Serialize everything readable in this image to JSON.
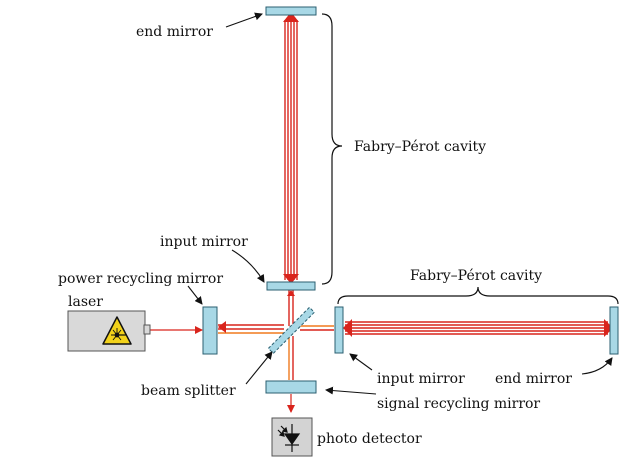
{
  "labels": {
    "end_mirror_top": "end mirror",
    "fp_cavity_vertical": "Fabry–Pérot cavity",
    "input_mirror_top": "input mirror",
    "power_recycling_mirror": "power recycling mirror",
    "laser": "laser",
    "fp_cavity_horizontal": "Fabry–Pérot cavity",
    "beam_splitter": "beam splitter",
    "input_mirror_right": "input mirror",
    "end_mirror_right": "end mirror",
    "signal_recycling_mirror": "signal recycling mirror",
    "photo_detector": "photo detector"
  },
  "colors": {
    "beam_red": "#d9241c",
    "beam_orange": "#f07a1e",
    "mirror_fill": "#a8d8e6",
    "mirror_stroke": "#2b5f70",
    "laser_body": "#d9d9d9",
    "laser_warning": "#f2d21b",
    "detector_fill": "#d3d3d3",
    "ink": "#111111"
  },
  "icons": {
    "laser_warning": "laser-warning-icon",
    "photodiode": "photodiode-icon"
  }
}
